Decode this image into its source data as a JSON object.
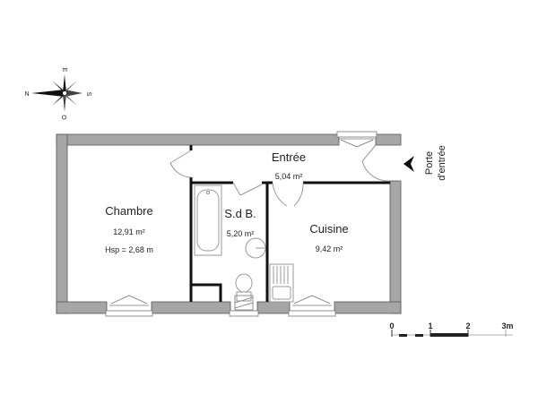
{
  "compass": {
    "north": "N",
    "east": "E",
    "south": "S",
    "west": "O"
  },
  "rooms": [
    {
      "name": "Chambre",
      "area": "12,91 m²",
      "extra": "Hsp = 2,68 m"
    },
    {
      "name": "Entrée",
      "area": "5,04 m²"
    },
    {
      "name": "S.d B.",
      "area": "5,20 m²"
    },
    {
      "name": "Cuisine",
      "area": "9,42 m²"
    }
  ],
  "entrance": {
    "line1": "Porte",
    "line2": "d'entrée"
  },
  "scale": {
    "ticks": [
      "0",
      "1",
      "2",
      "3m"
    ]
  },
  "colors": {
    "wall_fill": "#a6a6a6",
    "wall_stroke": "#555555",
    "partition": "#111111",
    "fixture": "#999999"
  }
}
